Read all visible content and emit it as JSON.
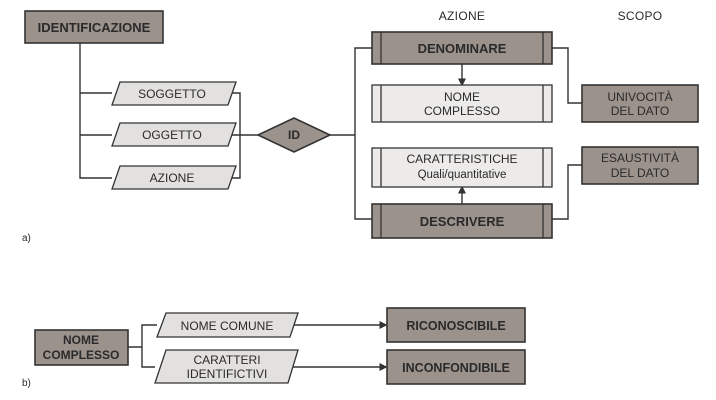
{
  "colors": {
    "dark_fill": "#9b928c",
    "light_fill": "#ecebea",
    "stroke": "#333333"
  },
  "headers": {
    "action": "AZIONE",
    "purpose": "SCOPO"
  },
  "a": {
    "caption": "a)",
    "identification": "IDENTIFICAZIONE",
    "subject": "SOGGETTO",
    "object": "OGGETTO",
    "action": "AZIONE",
    "id": "ID",
    "denominate": "DENOMINARE",
    "complex_name_1": "NOME",
    "complex_name_2": "COMPLESSO",
    "characteristics_1": "CARATTERISTICHE",
    "characteristics_2": "Quali/quantitative",
    "describe": "DESCRIVERE",
    "uniqueness_1": "UNIVOCITÀ",
    "uniqueness_2": "DEL DATO",
    "exhaustiveness_1": "ESAUSTIVITÀ",
    "exhaustiveness_2": "DEL DATO"
  },
  "b": {
    "caption": "b)",
    "complex_name_1": "NOME",
    "complex_name_2": "COMPLESSO",
    "common_name": "NOME COMUNE",
    "features_1": "CARATTERI",
    "features_2": "IDENTIFICTIVI",
    "recognizable": "RICONOSCIBILE",
    "unmistakable": "INCONFONDIBILE"
  }
}
